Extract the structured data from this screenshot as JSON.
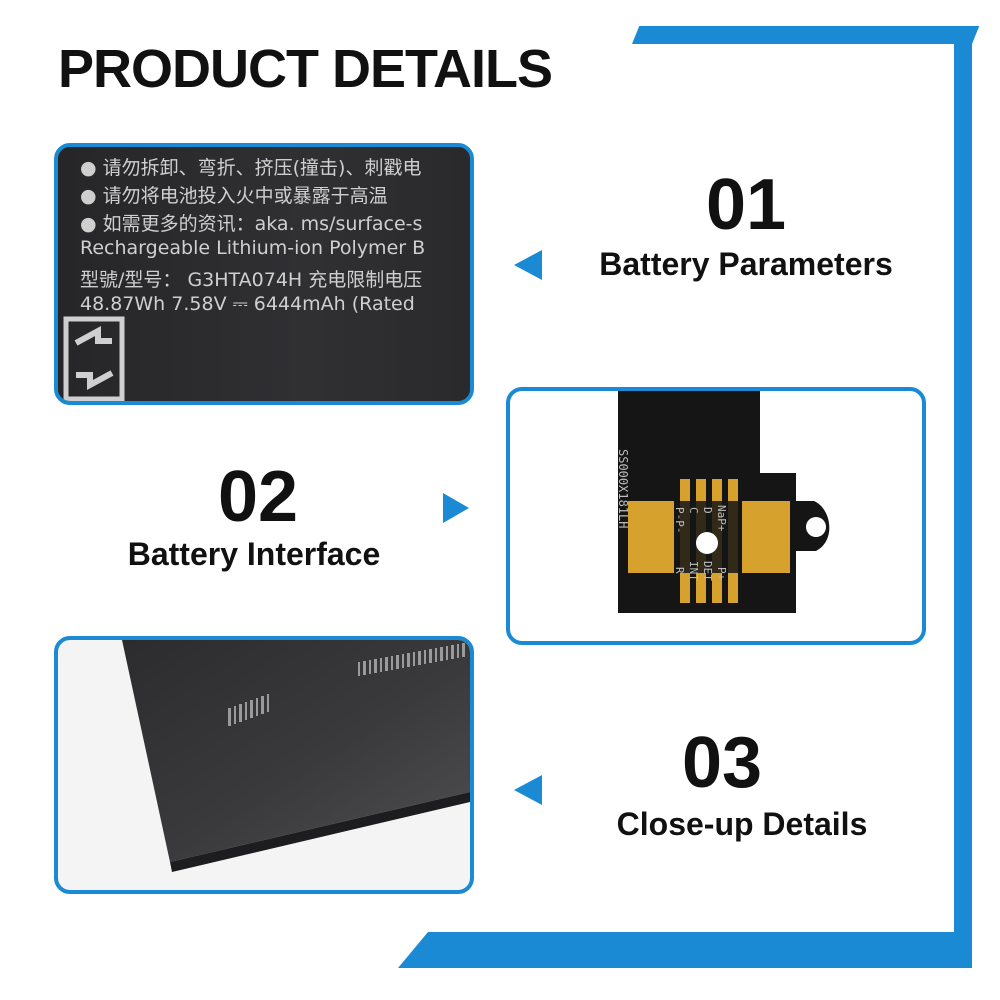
{
  "heading": "PRODUCT DETAILS",
  "colors": {
    "accent": "#1a8ad4",
    "dark_panel": "#2b2b2d",
    "text": "#111111"
  },
  "features": [
    {
      "number": "01",
      "caption": "Battery Parameters"
    },
    {
      "number": "02",
      "caption": "Battery Interface"
    },
    {
      "number": "03",
      "caption": "Close-up Details"
    }
  ],
  "label_lines": [
    "● 请勿拆卸、弯折、挤压(撞击)、刺戳电",
    "● 请勿将电池投入火中或暴露于高温",
    "● 如需更多的资讯：aka. ms/surface-s",
    "Rechargeable Lithium-ion Polymer B",
    "型號/型号：  G3HTA074H      充电限制电压",
    "48.87Wh 7.58V ⎓ 6444mAh (Rated"
  ],
  "connector": {
    "part_code": "SS000X181LH",
    "pins_top": "NaP+",
    "pins_mid": [
      "D",
      "C",
      "P-P-"
    ],
    "pins_low": [
      "P+",
      "DET",
      "INT",
      "R"
    ]
  },
  "icons": {
    "arrow_left": "triangle-left-icon",
    "arrow_right": "triangle-right-icon",
    "recycle": "recycle-icon"
  }
}
